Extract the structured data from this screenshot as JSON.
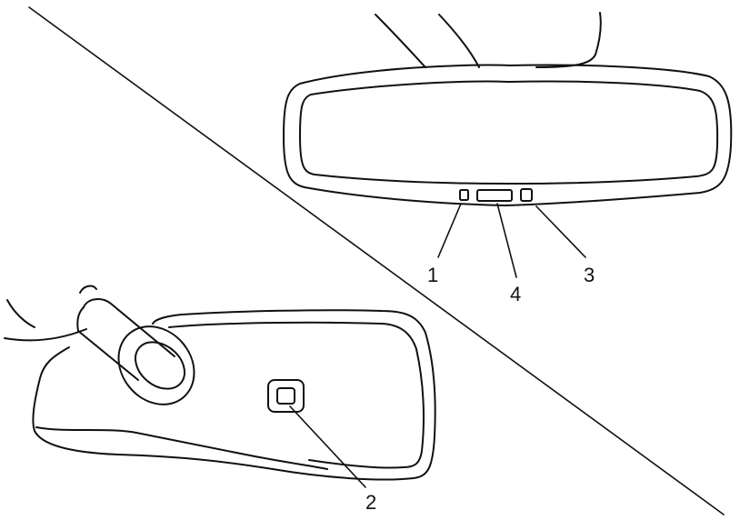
{
  "callouts": {
    "c1": "1",
    "c2": "2",
    "c3": "3",
    "c4": "4"
  },
  "colors": {
    "ink": "#111111",
    "background": "#ffffff"
  }
}
